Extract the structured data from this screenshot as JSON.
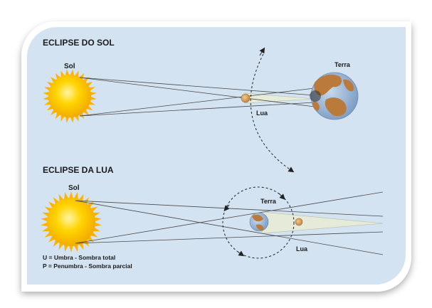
{
  "titles": {
    "solar": "ECLIPSE DO SOL",
    "lunar": "ECLIPSE DA LUA"
  },
  "labels": {
    "sol_top": "Sol",
    "terra_top": "Terra",
    "lua_top": "Lua",
    "sol_bottom": "Sol",
    "terra_bottom": "Terra",
    "lua_bottom": "Lua"
  },
  "legend": {
    "umbra": "U = Umbra - Sombra total",
    "penumbra": "P = Penumbra - Sombra parcial"
  },
  "colors": {
    "panel": "#d3e3f1",
    "sun": "#f7c600",
    "earth_ocean": "#8faed1",
    "earth_land": "#b8783a",
    "moon": "#d9a05b",
    "shadow_cone": "#e9ecdc",
    "lines": "#444444"
  }
}
